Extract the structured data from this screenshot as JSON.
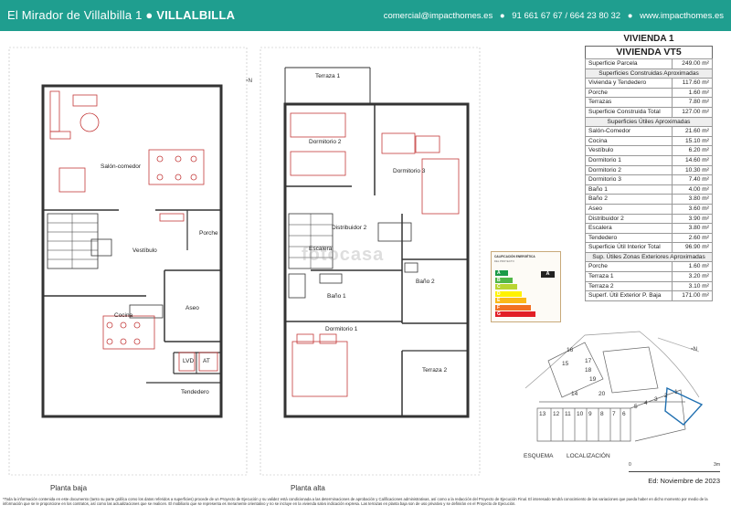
{
  "header": {
    "title_prefix": "El Mirador de Villalbilla 1",
    "title_location": "VILLALBILLA",
    "email": "comercial@impacthomes.es",
    "phones": "91 661 67 67 / 664 23 80 32",
    "website": "www.impacthomes.es"
  },
  "plans": {
    "ground_label": "Planta baja",
    "upper_label": "Planta alta",
    "ground_rooms": {
      "salon": "Salón-comedor",
      "porche": "Porche",
      "vestibulo": "Vestíbulo",
      "aseo": "Aseo",
      "cocina": "Cocina",
      "lvd": "LVD",
      "at": "AT",
      "tendedero": "Tendedero"
    },
    "upper_rooms": {
      "terraza1": "Terraza 1",
      "dormitorio2": "Dormitorio 2",
      "dormitorio3": "Dormitorio 3",
      "distribuidor2": "Distribuidor 2",
      "escalera": "Escalera",
      "bano1": "Baño 1",
      "bano2": "Baño 2",
      "dormitorio1": "Dormitorio 1",
      "terraza2": "Terraza 2"
    },
    "north_label": "N",
    "watermark": "fotocasa"
  },
  "spec": {
    "title": "VIVIENDA 1",
    "type": "VIVIENDA VT5",
    "rows": [
      {
        "kind": "row",
        "label": "Superficie Parcela",
        "value": "249.00 m²"
      },
      {
        "kind": "sec",
        "label": "Superficies Construidas Aproximadas"
      },
      {
        "kind": "row",
        "label": "Vivienda y Tendedero",
        "value": "117.60 m²"
      },
      {
        "kind": "row",
        "label": "Porche",
        "value": "1.60 m²"
      },
      {
        "kind": "row",
        "label": "Terrazas",
        "value": "7.80 m²"
      },
      {
        "kind": "row",
        "label": "Superficie Construida Total",
        "value": "127.00 m²"
      },
      {
        "kind": "sec",
        "label": "Superficies Útiles Aproximadas"
      },
      {
        "kind": "row",
        "label": "Salón-Comedor",
        "value": "21.60 m²"
      },
      {
        "kind": "row",
        "label": "Cocina",
        "value": "15.10 m²"
      },
      {
        "kind": "row",
        "label": "Vestíbulo",
        "value": "6.20 m²"
      },
      {
        "kind": "row",
        "label": "Dormitorio 1",
        "value": "14.60 m²"
      },
      {
        "kind": "row",
        "label": "Dormitorio 2",
        "value": "10.30 m²"
      },
      {
        "kind": "row",
        "label": "Dormitorio 3",
        "value": "7.40 m²"
      },
      {
        "kind": "row",
        "label": "Baño 1",
        "value": "4.00 m²"
      },
      {
        "kind": "row",
        "label": "Baño 2",
        "value": "3.80 m²"
      },
      {
        "kind": "row",
        "label": "Aseo",
        "value": "3.60 m²"
      },
      {
        "kind": "row",
        "label": "Distribuidor 2",
        "value": "3.90 m²"
      },
      {
        "kind": "row",
        "label": "Escalera",
        "value": "3.80 m²"
      },
      {
        "kind": "row",
        "label": "Tendedero",
        "value": "2.60 m²"
      },
      {
        "kind": "row",
        "label": "Superficie Útil Interior Total",
        "value": "96.90 m²"
      },
      {
        "kind": "sec",
        "label": "Sup. Útiles Zonas Exteriores Aproximadas"
      },
      {
        "kind": "row",
        "label": "Porche",
        "value": "1.60 m²"
      },
      {
        "kind": "row",
        "label": "Terraza 1",
        "value": "3.20 m²"
      },
      {
        "kind": "row",
        "label": "Terraza 2",
        "value": "3.10 m²"
      },
      {
        "kind": "row",
        "label": "Superf. Útil Exterior P. Baja",
        "value": "171.00 m²"
      }
    ]
  },
  "energy": {
    "title": "CALIFICACIÓN ENERGÉTICA",
    "subtitle": "DEL PROYECTO",
    "rating": "A",
    "classes": [
      "A",
      "B",
      "C",
      "D",
      "E",
      "F",
      "G"
    ],
    "colors": [
      "#1a9a47",
      "#52b747",
      "#b9d532",
      "#fff200",
      "#fbb818",
      "#f27022",
      "#e21f26"
    ]
  },
  "location": {
    "schema_label": "ESQUEMA",
    "location_label": "LOCALIZACIÓN",
    "bottom_numbers": [
      "13",
      "12",
      "11",
      "10",
      "9",
      "8",
      "7",
      "6"
    ],
    "right_numbers": [
      "5",
      "4",
      "3",
      "2",
      "1"
    ],
    "upper_numbers": [
      "16",
      "15",
      "17",
      "18",
      "19",
      "14",
      "20"
    ],
    "highlight_color": "#1f6fb0"
  },
  "scale": {
    "start": "0",
    "end": "3m"
  },
  "edition": "Ed: Noviembre de 2023",
  "footer": "*Toda la información contenida en este documento (tanto su parte gráfica como los datos referidos a superficies) procede de un Proyecto de Ejecución y su validez está condicionada a las determinaciones de aprobación y Calificaciones administrativas, así como a la redacción del Proyecto de Ejecución Final. El interesado tendrá conocimiento de las variaciones que pueda haber en dicho momento por medio de la información que se le proporcione en los contratos, así como las actualizaciones que se realicen. El mobiliario que se representa es meramente orientativo y no se incluye en la vivienda salvo indicación expresa. Las terrazas en planta baja son de uso privativo y se definirán en el Proyecto de Ejecución."
}
